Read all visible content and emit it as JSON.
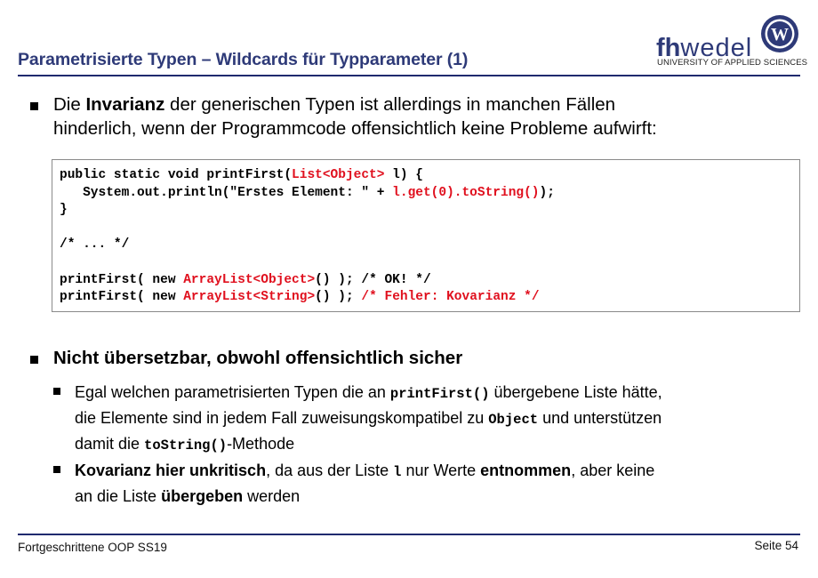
{
  "slide": {
    "title": "Parametrisierte Typen – Wildcards für Typparameter (1)"
  },
  "logo": {
    "fh": "fh",
    "wedel": "wedel",
    "subtitle": "UNIVERSITY OF APPLIED SCIENCES",
    "emblem_letter": "W"
  },
  "bullet1": {
    "pre": "Die ",
    "bold": "Invarianz",
    "post_line1": " der generischen Typen ist allerdings in manchen Fällen",
    "line2": "hinderlich, wenn der Programmcode offensichtlich keine Probleme aufwirft:"
  },
  "code": {
    "l1_a": "public static void printFirst(",
    "l1_red": "List<Object>",
    "l1_b": " l) {",
    "l2_a": "   System.out.println(\"Erstes Element: \" + ",
    "l2_red": "l.get(0).toString()",
    "l2_b": ");",
    "l3": "}",
    "l5": "/* ... */",
    "l7_a": "printFirst( new ",
    "l7_red": "ArrayList<Object>",
    "l7_b": "() ); /* OK! */",
    "l8_a": "printFirst( new ",
    "l8_red1": "ArrayList<String>",
    "l8_b": "() ); ",
    "l8_red2": "/* Fehler: Kovarianz */"
  },
  "bullet2": {
    "text": "Nicht übersetzbar, obwohl offensichtlich sicher"
  },
  "sub1": {
    "l1_pre": "Egal welchen parametrisierten Typen die an ",
    "l1_code": "printFirst()",
    "l1_post": " übergebene Liste hätte,",
    "l2_pre": "die Elemente sind in jedem Fall zuweisungskompatibel zu ",
    "l2_code": "Object",
    "l2_post": " und unterstützen",
    "l3_pre": "damit die ",
    "l3_code": "toString()",
    "l3_post": "-Methode"
  },
  "sub2": {
    "l1_bold": "Kovarianz hier unkritisch",
    "l1_mid": ", da aus der Liste ",
    "l1_code": "l",
    "l1_mid2": " nur Werte ",
    "l1_bold2": "entnommen",
    "l1_post": ", aber keine",
    "l2_pre": "an die Liste ",
    "l2_bold": "übergeben",
    "l2_post": " werden"
  },
  "footer": {
    "course": "Fortgeschrittene OOP SS19",
    "page": "Seite 54"
  },
  "colors": {
    "title": "#2e3a78",
    "rule": "#1f2a6e",
    "code_highlight": "#e0101e"
  }
}
